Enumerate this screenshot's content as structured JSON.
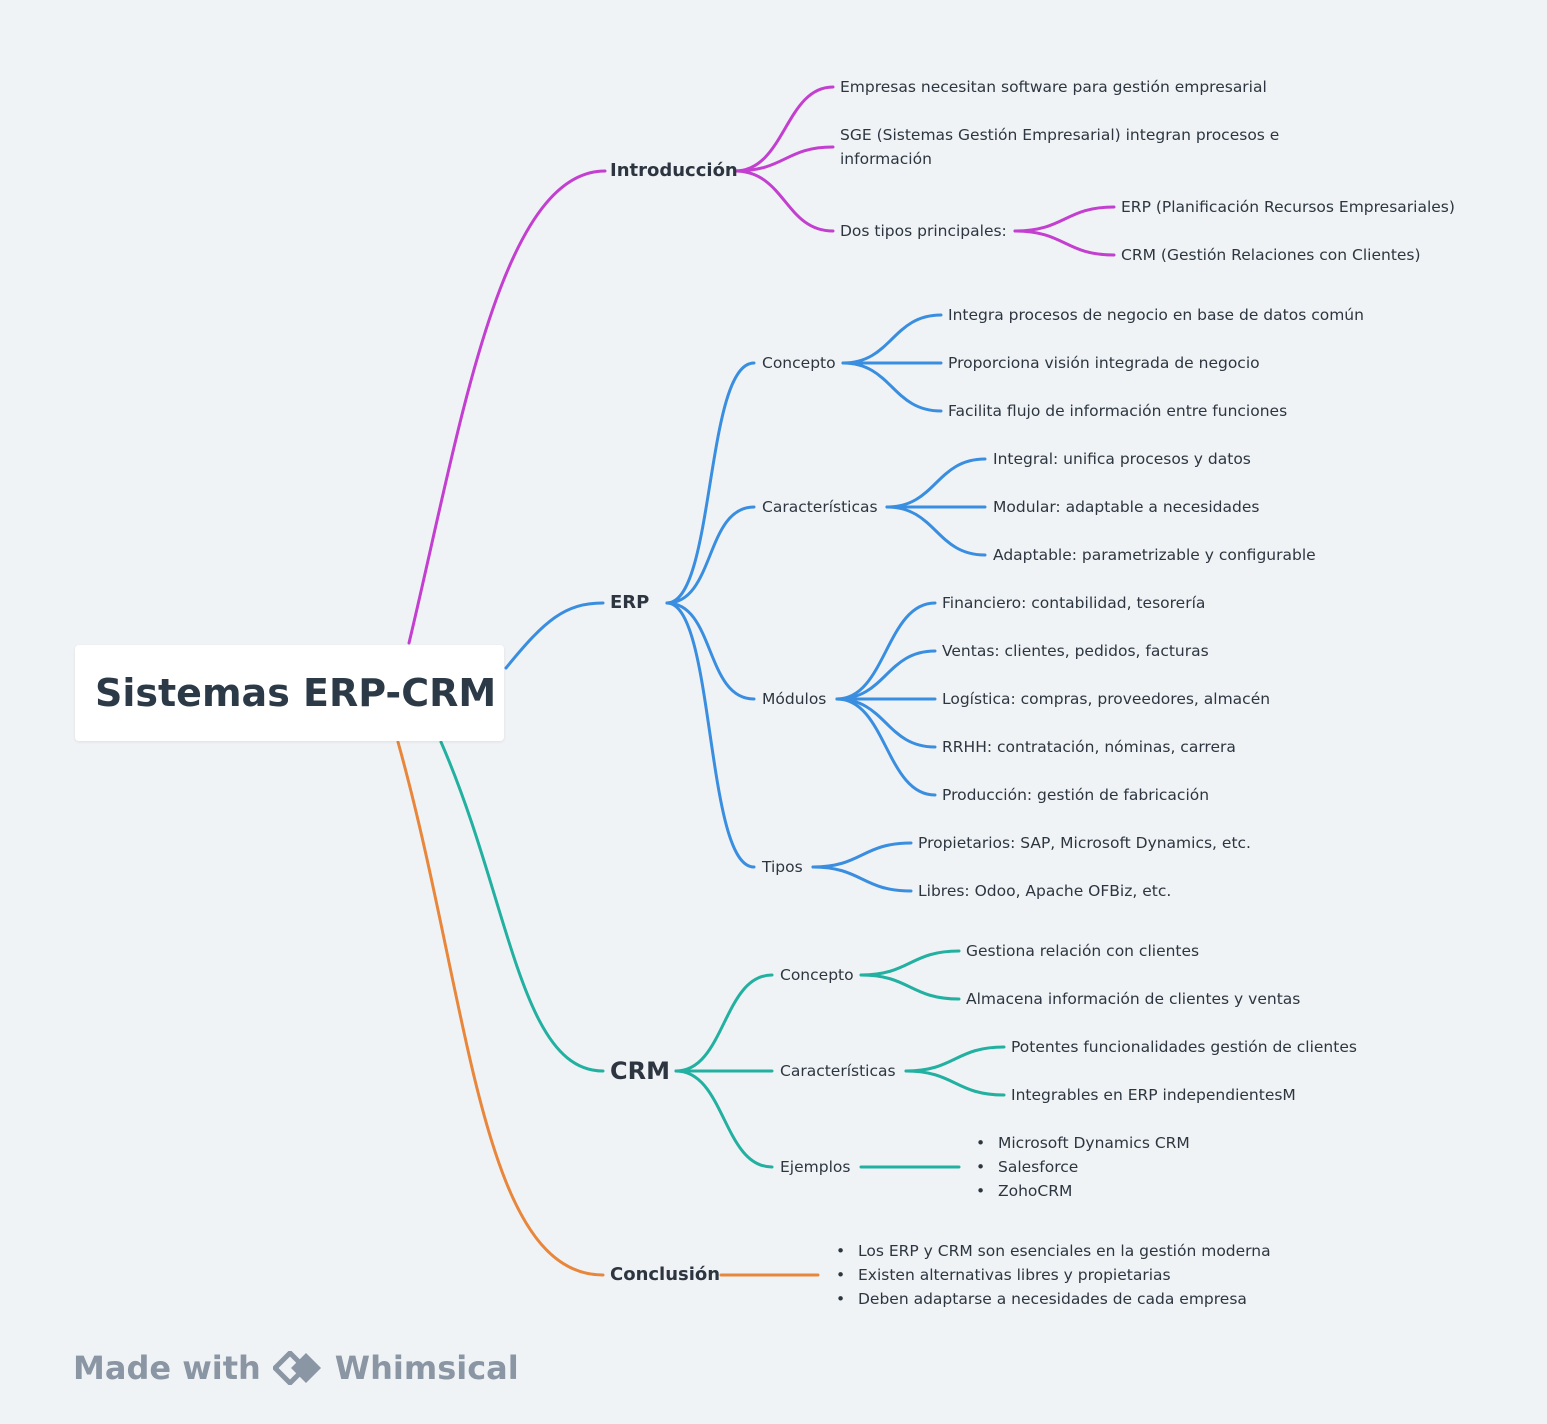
{
  "root": {
    "title": "Sistemas ERP-CRM"
  },
  "introduccion": {
    "label": "Introducción",
    "items": [
      "Empresas necesitan software para gestión empresarial",
      "SGE (Sistemas Gestión Empresarial) integran procesos e",
      "información",
      "Dos tipos principales:"
    ],
    "tipos": [
      "ERP (Planificación Recursos Empresariales)",
      "CRM (Gestión Relaciones con Clientes)"
    ]
  },
  "erp": {
    "label": "ERP",
    "concepto": {
      "label": "Concepto",
      "items": [
        "Integra procesos de negocio en base de datos común",
        "Proporciona visión integrada de negocio",
        "Facilita flujo de información entre funciones"
      ]
    },
    "caracteristicas": {
      "label": "Características",
      "items": [
        "Integral: unifica procesos y datos",
        "Modular: adaptable a necesidades",
        "Adaptable: parametrizable y configurable"
      ]
    },
    "modulos": {
      "label": "Módulos",
      "items": [
        "Financiero: contabilidad, tesorería",
        "Ventas: clientes, pedidos, facturas",
        "Logística: compras, proveedores, almacén",
        "RRHH: contratación, nóminas, carrera",
        "Producción: gestión de fabricación"
      ]
    },
    "tipos": {
      "label": "Tipos",
      "items": [
        "Propietarios: SAP, Microsoft Dynamics, etc.",
        "Libres: Odoo, Apache OFBiz, etc."
      ]
    }
  },
  "crm": {
    "label": "CRM",
    "concepto": {
      "label": "Concepto",
      "items": [
        "Gestiona relación con clientes",
        "Almacena información de clientes y ventas"
      ]
    },
    "caracteristicas": {
      "label": "Características",
      "items": [
        "Potentes funcionalidades gestión de clientes",
        "Integrables en ERP independientesM"
      ]
    },
    "ejemplos": {
      "label": "Ejemplos",
      "items": [
        "Microsoft Dynamics CRM",
        "Salesforce",
        "ZohoCRM"
      ]
    }
  },
  "conclusion": {
    "label": "Conclusión",
    "items": [
      "Los ERP y CRM son esenciales en la gestión moderna",
      "Existen alternativas libres y propietarias",
      "Deben adaptarse a necesidades de cada empresa"
    ]
  },
  "footer": {
    "made_with": "Made with",
    "brand": "Whimsical"
  },
  "colors": {
    "introduccion": "#c23fd0",
    "erp": "#3a8ee0",
    "crm": "#22b0a0",
    "conclusion": "#e8873c",
    "background": "#f0f3f6",
    "text": "#2d3640"
  }
}
